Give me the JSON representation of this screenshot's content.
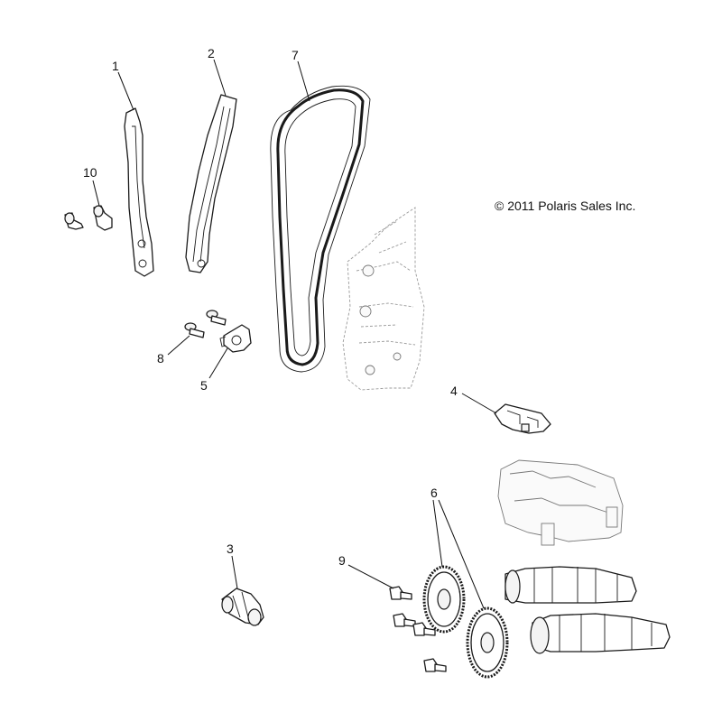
{
  "copyright": "© 2011 Polaris Sales Inc.",
  "callouts": {
    "c1": "1",
    "c2": "2",
    "c3": "3",
    "c4": "4",
    "c5": "5",
    "c6": "6",
    "c7": "7",
    "c8": "8",
    "c9": "9",
    "c10": "10"
  }
}
